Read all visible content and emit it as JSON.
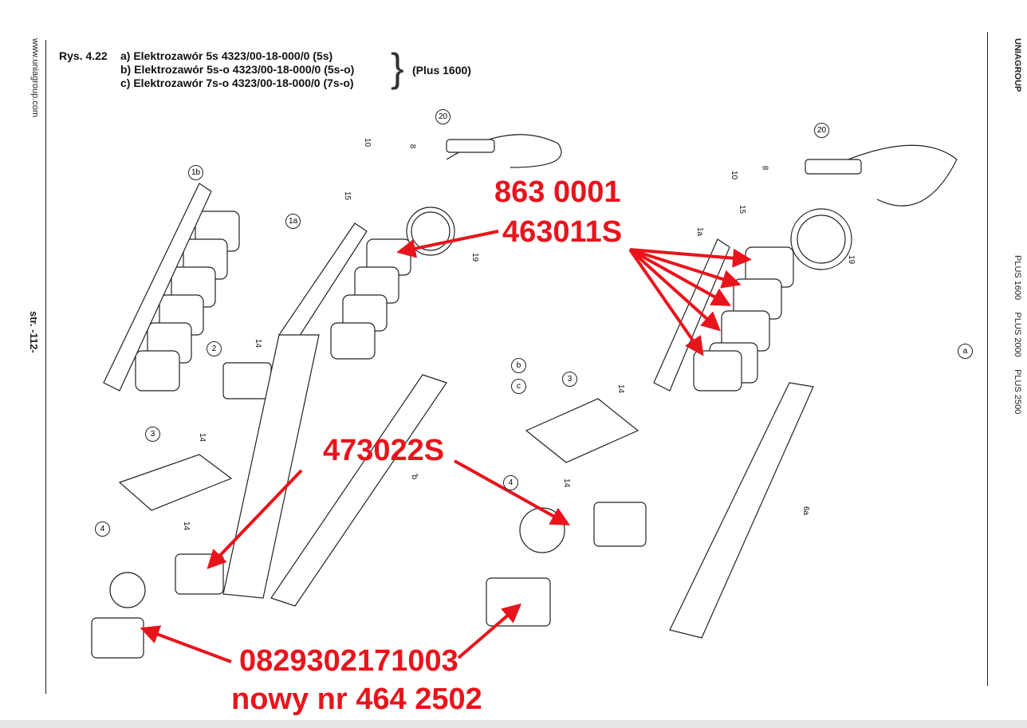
{
  "caption": {
    "fig": "Rys.  4.22",
    "lines": [
      "a) Elektrozawór 5s 4323/00-18-000/0 (5s)",
      "b) Elektrozawór 5s-o 4323/00-18-000/0 (5s-o)",
      "c) Elektrozawór 7s-o 4323/00-18-000/0 (7s-o)"
    ],
    "group": "(Plus 1600)"
  },
  "margin_left": {
    "url": "www.uniagroup.com",
    "page": "str. -112-"
  },
  "margin_right": {
    "brand": "UNIAGROUP",
    "models": "PLUS 1600     PLUS 2000     PLUS 2500"
  },
  "red_labels": [
    "863 0001",
    "463011S",
    "473022S",
    "0829302171003",
    "nowy nr 464 2502"
  ],
  "callouts": [
    "1b",
    "1a",
    "2",
    "3",
    "4",
    "14",
    "14",
    "14",
    "10",
    "8",
    "15",
    "20",
    "19",
    "b",
    "c",
    "20",
    "10",
    "8",
    "15",
    "1a",
    "19",
    "a",
    "3",
    "14",
    "14",
    "4",
    "6a",
    "'b"
  ],
  "colors": {
    "annotation": "#e8141c"
  }
}
